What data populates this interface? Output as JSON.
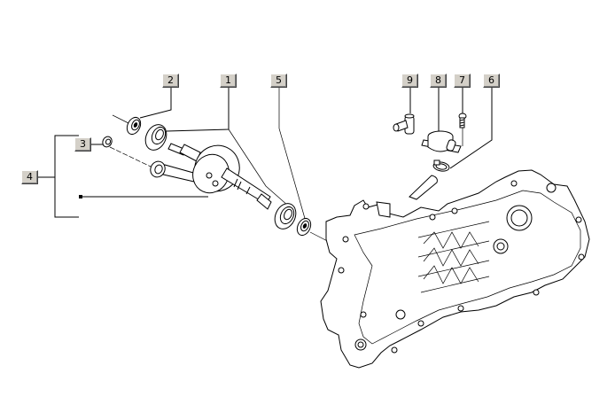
{
  "diagram": {
    "title": "Crankshaft / crankcase exploded parts view",
    "callouts": [
      {
        "id": "1",
        "label": "1",
        "part": "main-bearing"
      },
      {
        "id": "2",
        "label": "2",
        "part": "oil-seal-left"
      },
      {
        "id": "3",
        "label": "3",
        "part": "needle-bearing-small-end"
      },
      {
        "id": "4",
        "label": "4",
        "part": "crankshaft-assembly"
      },
      {
        "id": "5",
        "label": "5",
        "part": "oil-seal-right"
      },
      {
        "id": "6",
        "label": "6",
        "part": "hose-clamp"
      },
      {
        "id": "7",
        "label": "7",
        "part": "screw"
      },
      {
        "id": "8",
        "label": "8",
        "part": "reed-valve-unit"
      },
      {
        "id": "9",
        "label": "9",
        "part": "union-fitting"
      }
    ],
    "colors": {
      "callout_bg": "#d4d0c8",
      "line": "#000000",
      "background": "#ffffff"
    }
  }
}
